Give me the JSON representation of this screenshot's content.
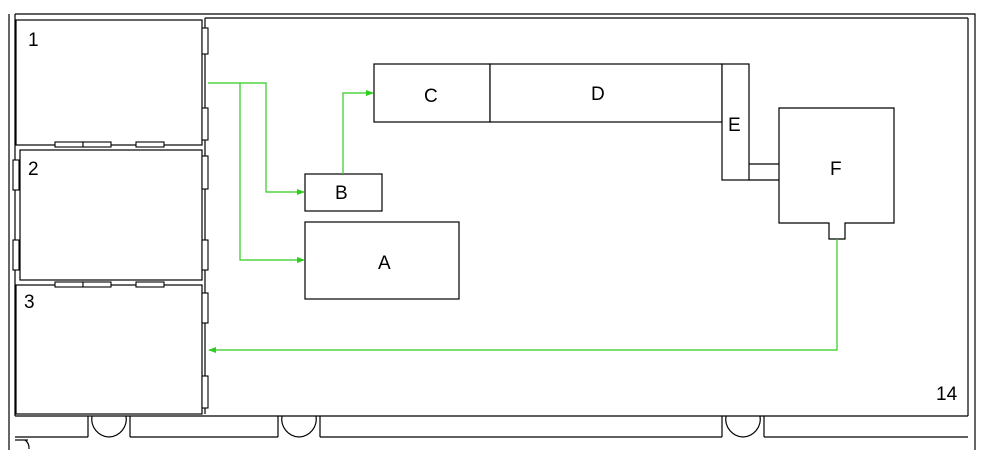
{
  "diagram": {
    "rooms": {
      "room_1": "1",
      "room_2": "2",
      "room_3": "3",
      "main_hall": "14"
    },
    "equipment": {
      "a": "A",
      "b": "B",
      "c": "C",
      "d": "D",
      "e": "E",
      "f": "F"
    },
    "colors": {
      "walls": "#000000",
      "flow_arrows": "#2ecc1f",
      "background": "#ffffff"
    }
  }
}
